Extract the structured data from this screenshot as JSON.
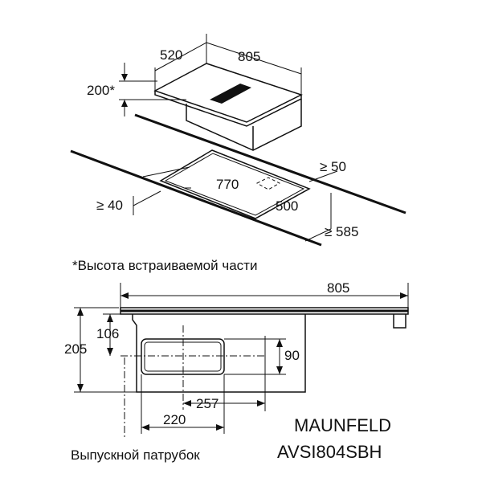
{
  "top_view": {
    "width_label": "520",
    "length_label": "805",
    "height_label": "200*",
    "edge_min_label": "≥ 50",
    "cutout_length_label": "770",
    "cutout_depth_label": "500",
    "side_min_label": "≥ 40",
    "depth_min_label": "≥ 585"
  },
  "footnote": "*Высота встраиваемой части",
  "side_view": {
    "total_width_label": "805",
    "total_height_label": "205",
    "outlet_top_label": "106",
    "outlet_height_label": "90",
    "outlet_width_label": "257",
    "outlet_offset_label": "220",
    "outlet_caption": "Выпускной патрубок"
  },
  "product": {
    "brand": "MAUNFELD",
    "model": "AVSI804SBH"
  },
  "colors": {
    "ink": "#111111",
    "background": "#ffffff"
  }
}
